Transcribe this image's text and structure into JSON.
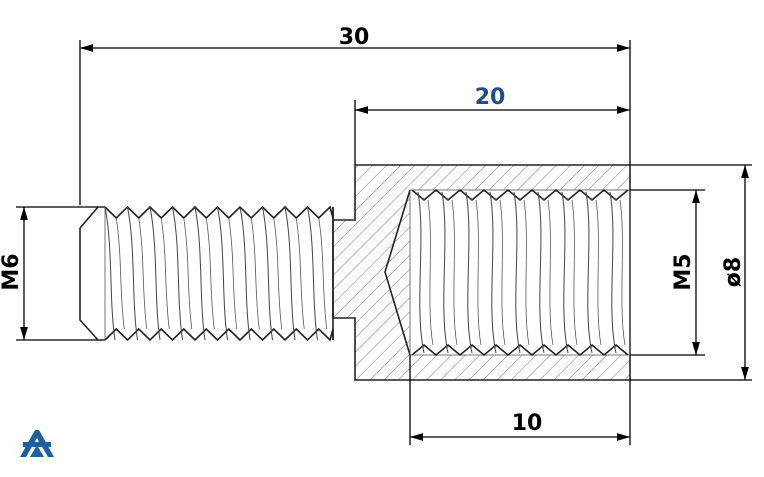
{
  "dimensions": {
    "overall_length": "30",
    "female_length": "20",
    "male_thread": "M6",
    "female_thread": "M5",
    "outer_diameter": "ø8",
    "thread_depth": "10"
  },
  "colors": {
    "line": "#000000",
    "accent_dimension": "#1f4e8c",
    "logo": "#1f5f9e"
  },
  "logo": {
    "icon": "company-logo-icon"
  }
}
